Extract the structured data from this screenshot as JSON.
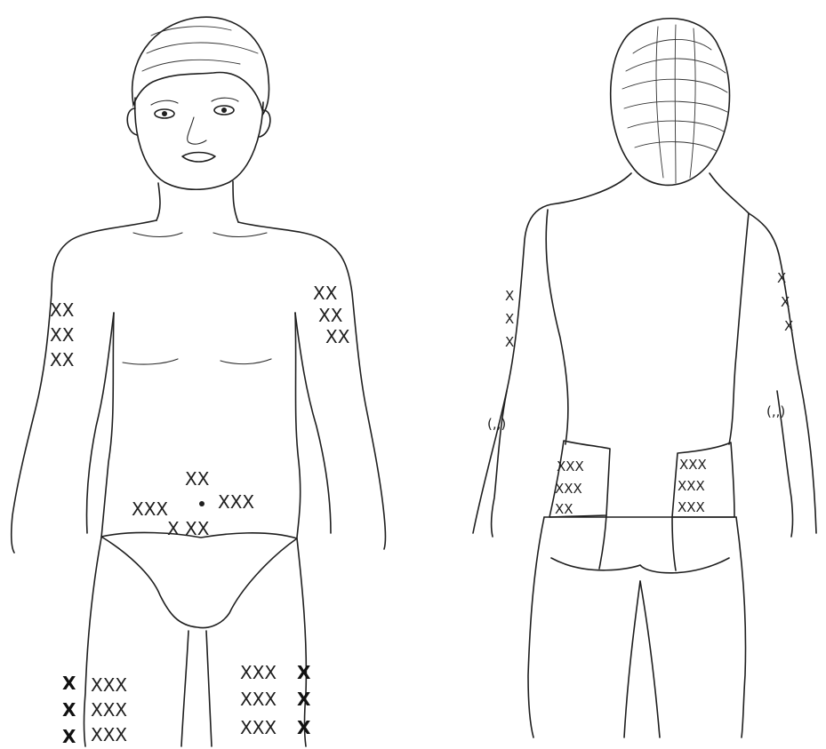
{
  "figure": {
    "views": [
      "front",
      "back"
    ]
  },
  "marks": {
    "front_right_upper_arm": [
      "XX",
      "XX",
      "XX"
    ],
    "front_left_upper_arm": [
      "XX",
      "XX",
      "XX"
    ],
    "abdomen_top": "XX",
    "abdomen_left": "XXX",
    "abdomen_right": "XXX",
    "abdomen_bottom": "X XX",
    "front_right_thigh_outer": [
      "X",
      "X",
      "X"
    ],
    "front_right_thigh": [
      "XXX",
      "XXX",
      "XXX"
    ],
    "front_left_thigh": [
      "XXX",
      "XXX",
      "XXX"
    ],
    "front_left_thigh_outer": [
      "X",
      "X",
      "X"
    ],
    "back_left_arm": [
      "X",
      "X",
      "X"
    ],
    "back_right_arm": [
      "X",
      "X",
      "X"
    ],
    "back_left_forearm_note": "(,,)",
    "back_right_forearm_note": "(,,)",
    "back_left_hip": [
      "XXX",
      "XXX",
      "XX"
    ],
    "back_right_hip": [
      "XXX",
      "XXX",
      "XXX"
    ]
  }
}
